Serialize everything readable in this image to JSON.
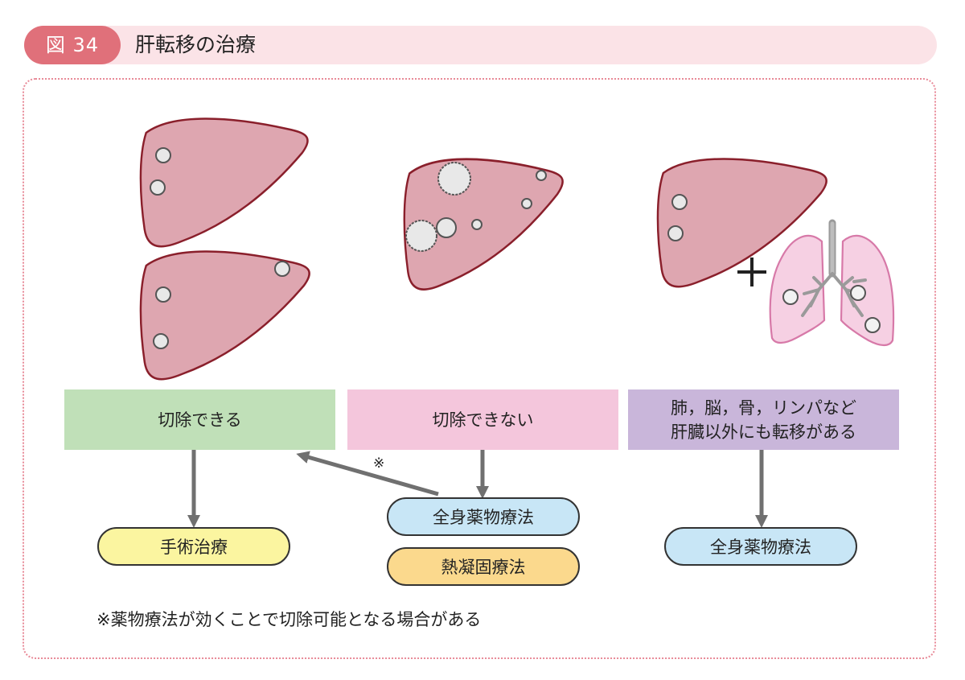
{
  "header": {
    "figure_label": "図 34",
    "title": "肝転移の治療"
  },
  "categories": {
    "resectable": "切除できる",
    "unresectable": "切除できない",
    "other_organs_line1": "肺，脳，骨，リンパなど",
    "other_organs_line2": "肝臓以外にも転移がある"
  },
  "treatments": {
    "surgery": "手術治療",
    "systemic_center": "全身薬物療法",
    "thermal": "熱凝固療法",
    "systemic_right": "全身薬物療法"
  },
  "arrow_note_mark": "※",
  "footnote": "※薬物療法が効くことで切除可能となる場合がある",
  "colors": {
    "label_bg": "#e0707a",
    "title_bar_bg": "#fbe3e7",
    "liver_fill": "#dea6b0",
    "liver_stroke": "#8a1f2b",
    "lung_fill": "#f6d0e3",
    "green_box": "#c0e0b8",
    "pink_box": "#f4c6dc",
    "purple_box": "#c9b6da",
    "yellow_pill": "#fbf5a0",
    "blue_pill": "#c8e6f6",
    "orange_pill": "#fbd98d",
    "arrow": "#707070"
  }
}
